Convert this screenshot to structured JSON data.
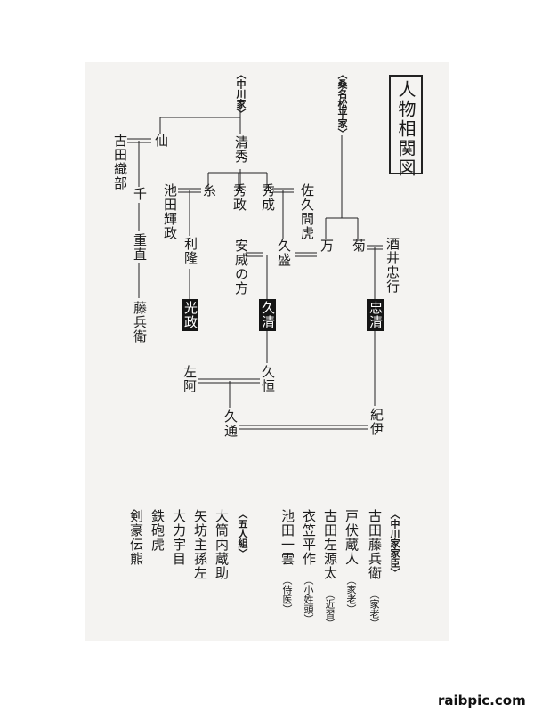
{
  "title": "人物相関図",
  "houses": {
    "nakagawa": "〈中川家〉",
    "kuwana": "〈桑名松平家〉"
  },
  "people": {
    "sen": "仙",
    "furuta_oribe": "古田織部",
    "sen2": "千",
    "shigenao": "重直",
    "tobei": "藤兵衛",
    "kiyohide": "清秀",
    "ito": "糸",
    "ikeda_terumasa": "池田輝政",
    "hidemasa": "秀政",
    "hidenari": "秀成",
    "sakuma_tora": "佐久間虎",
    "toshitaka": "利隆",
    "mitsumasa": "光政",
    "hisamori": "久盛",
    "anino_kata": "安威の方",
    "hisakiyo": "久清",
    "man": "万",
    "kiku": "菊",
    "sakai_tadayuki": "酒井忠行",
    "tadakiyo": "忠清",
    "saa": "左阿",
    "hisatsune": "久恒",
    "hisamichi": "久通",
    "kii": "紀伊"
  },
  "retainers": {
    "header": "〈中川家家臣〉",
    "list": [
      {
        "name": "古田藤兵衛",
        "role": "（家老）"
      },
      {
        "name": "戸伏蔵人",
        "role": "（家老）"
      },
      {
        "name": "古田左源太",
        "role": "（近習）"
      },
      {
        "name": "衣笠平作",
        "role": "（小姓頭）"
      },
      {
        "name": "池田一雲",
        "role": "（侍医）"
      }
    ]
  },
  "gonin": {
    "header": "〈五人組〉",
    "list": [
      "大筒内蔵助",
      "矢坊主孫左",
      "大力宇目",
      "鉄砲虎",
      "剣豪伝熊"
    ]
  },
  "watermark": "raibpic.com"
}
